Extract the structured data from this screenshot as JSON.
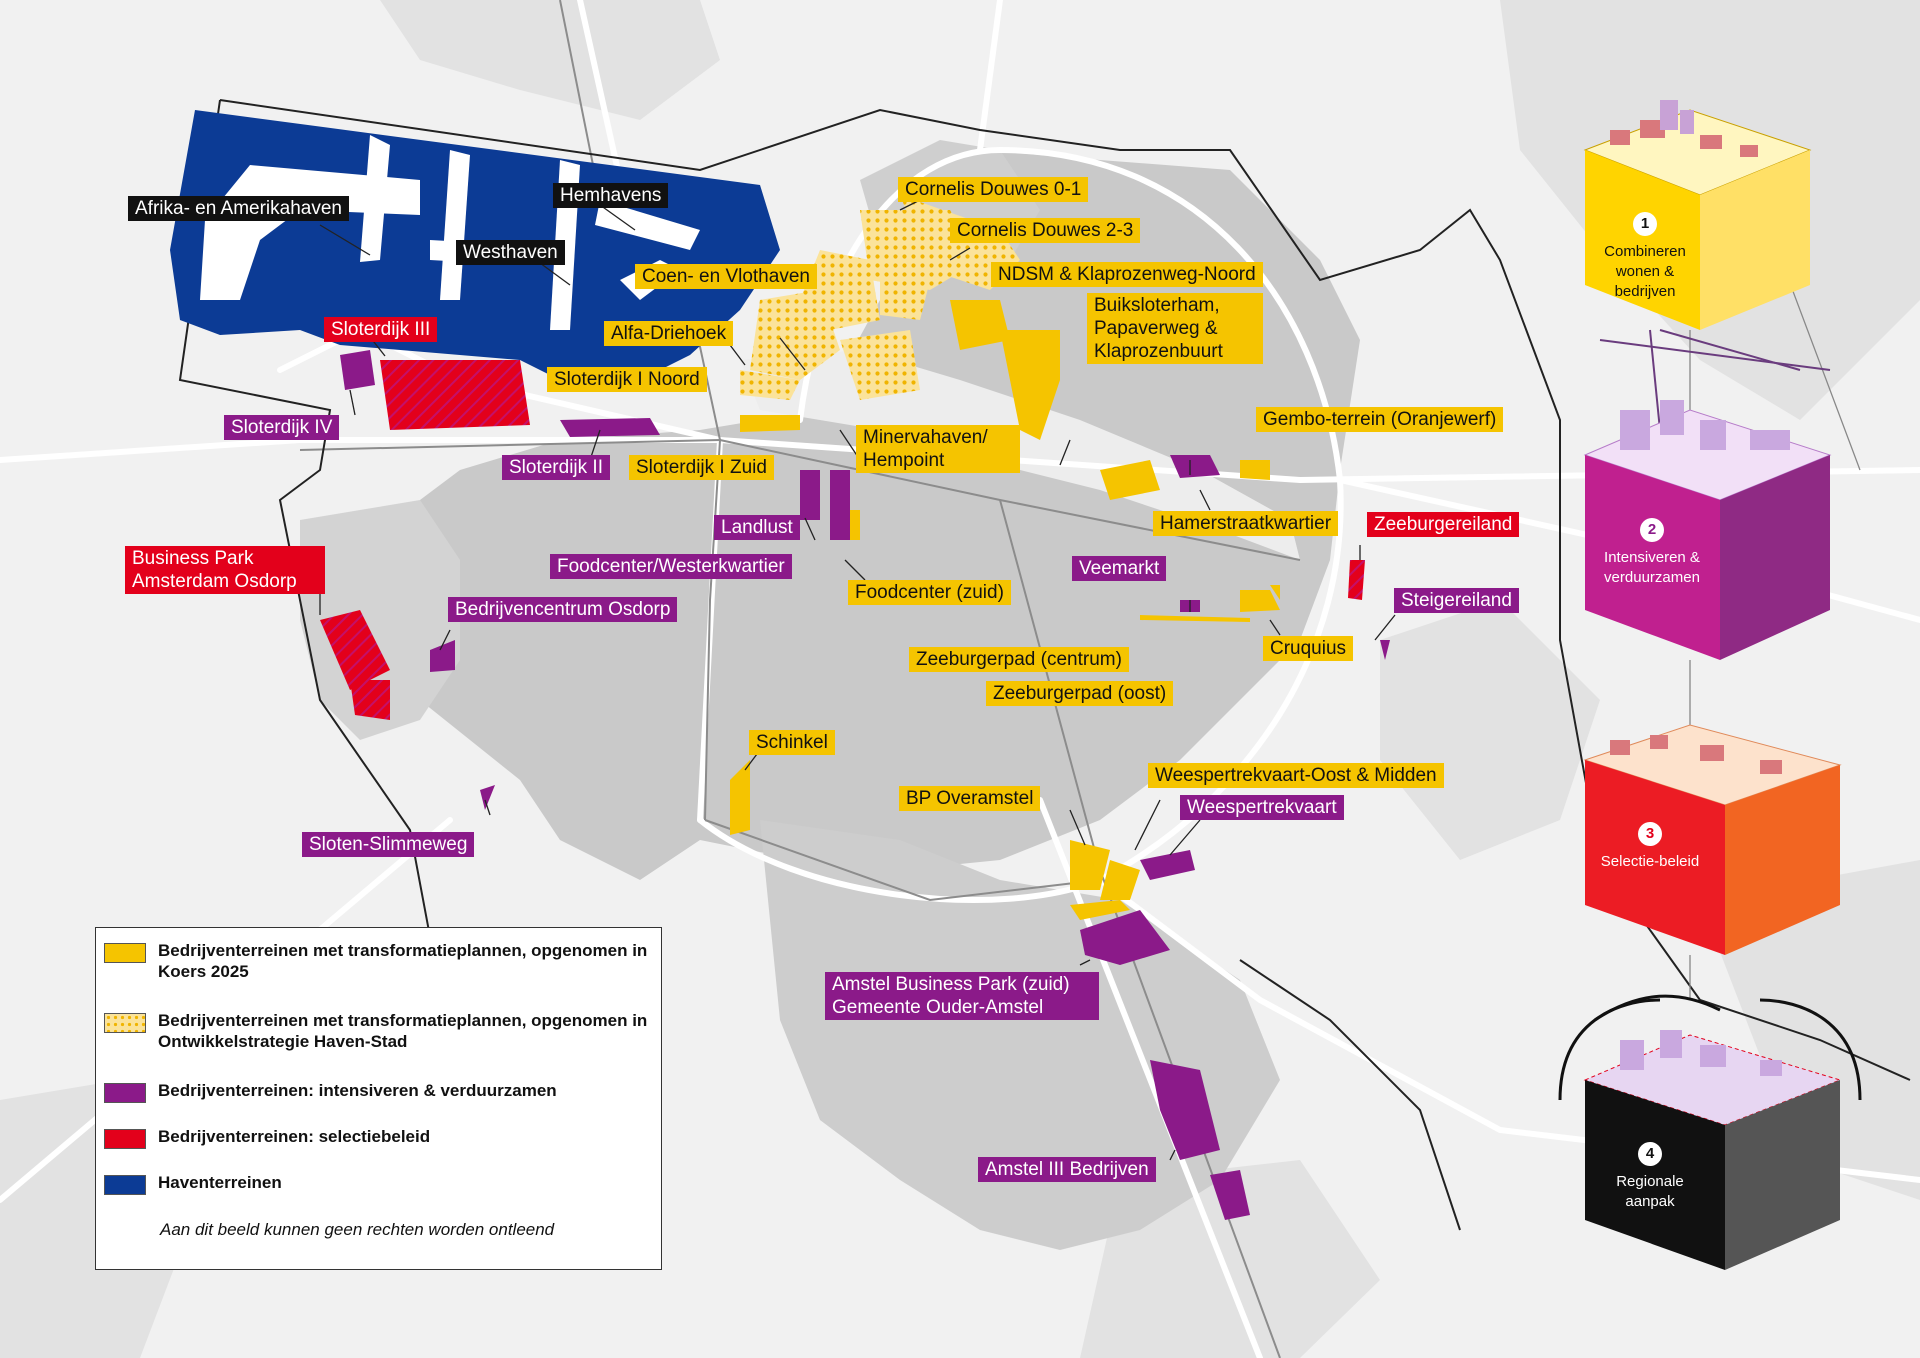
{
  "legend": {
    "items": [
      {
        "label": "Bedrijventerreinen met transformatieplannen, opgenomen in Koers 2025",
        "color": "#f5c400",
        "pattern": "solid"
      },
      {
        "label": "Bedrijventerreinen met transformatieplannen, opgenomen in Ontwikkelstrategie Haven-Stad",
        "color": "#f5c400",
        "pattern": "dotted"
      },
      {
        "label": "Bedrijventerreinen: intensiveren & verduurzamen",
        "color": "#8b1a89",
        "pattern": "solid"
      },
      {
        "label": "Bedrijventerreinen: selectiebeleid",
        "color": "#e3001b",
        "pattern": "solid"
      },
      {
        "label": "Haventerreinen",
        "color": "#0c3b95",
        "pattern": "solid"
      }
    ],
    "note": "Aan dit beeld kunnen geen rechten worden ontleend"
  },
  "labels": {
    "afrika": "Afrika- en Amerikahaven",
    "hemhavens": "Hemhavens",
    "westhaven": "Westhaven",
    "sloterdijk3": "Sloterdijk III",
    "sloterdijk4": "Sloterdijk IV",
    "sloterdijk2": "Sloterdijk II",
    "cornelis01": "Cornelis Douwes 0-1",
    "cornelis23": "Cornelis Douwes 2-3",
    "coen": "Coen- en Vlothaven",
    "ndsm": "NDSM & Klaprozenweg-Noord",
    "buiksloterham": "Buiksloterham, Papaverweg & Klaprozenbuurt",
    "alfa": "Alfa-Driehoek",
    "sloterdijk1noord": "Sloterdijk I Noord",
    "minervahaven": "Minervahaven/ Hempoint",
    "sloterdijk1zuid": "Sloterdijk I Zuid",
    "gembo": "Gembo-terrein (Oranjewerf)",
    "hamerstraat": "Hamerstraatkwartier",
    "zeeburgereiland": "Zeeburgereiland",
    "landlust": "Landlust",
    "foodcenter_west": "Foodcenter/Westerkwartier",
    "foodcenter_zuid": "Foodcenter (zuid)",
    "veemarkt": "Veemarkt",
    "steigereiland": "Steigereiland",
    "business_park": "Business Park Amsterdam Osdorp",
    "bedrijvencentrum": "Bedrijvencentrum Osdorp",
    "zeeburgerpad_centrum": "Zeeburgerpad (centrum)",
    "cruquius": "Cruquius",
    "zeeburgerpad_oost": "Zeeburgerpad (oost)",
    "schinkel": "Schinkel",
    "weespertrekvaart_om": "Weespertrekvaart-Oost & Midden",
    "bp_overamstel": "BP Overamstel",
    "weespertrekvaart": "Weespertrekvaart",
    "sloten": "Sloten-Slimmeweg",
    "amstel_business": "Amstel Business Park (zuid) Gemeente Ouder-Amstel",
    "amstel3": "Amstel III Bedrijven"
  },
  "cubes": [
    {
      "number": "1",
      "label": "Combineren wonen & bedrijven",
      "color": "#ffd400"
    },
    {
      "number": "2",
      "label": "Intensiveren & verduurzamen",
      "color": "#c0208f"
    },
    {
      "number": "3",
      "label": "Selectie-beleid",
      "color": "#e3001b"
    },
    {
      "number": "4",
      "label": "Regionale aanpak",
      "color": "#111111"
    }
  ],
  "colors": {
    "yellow": "#f5c400",
    "purple": "#8b1a89",
    "red": "#e3001b",
    "harbour_blue": "#0c3b95",
    "urban_grey": "#c9c9c9"
  }
}
